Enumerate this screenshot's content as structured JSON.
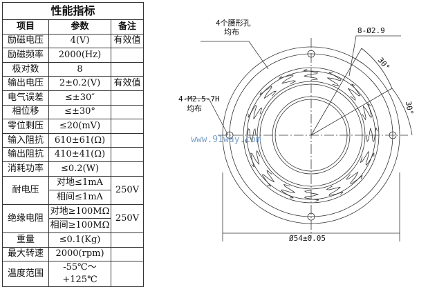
{
  "table": {
    "title": "性能指标",
    "headers": [
      "项目",
      "参数",
      "备注"
    ],
    "rows": [
      [
        "励磁电压",
        "4(V)",
        "有效值"
      ],
      [
        "励磁频率",
        "2000(Hz)",
        ""
      ],
      [
        "极对数",
        "8",
        ""
      ],
      [
        "输出电压",
        "2±0.2(V)",
        "有效值"
      ],
      [
        "电气误差",
        "≤±30″",
        ""
      ],
      [
        "相位移",
        "≤±30°",
        ""
      ],
      [
        "零位剩压",
        "≤20(mV)",
        ""
      ],
      [
        "输入阻抗",
        "610±61(Ω)",
        ""
      ],
      [
        "输出阻抗",
        "410±41(Ω)",
        ""
      ],
      [
        "消耗功率",
        "≤0.2(W)",
        ""
      ]
    ],
    "withstand": {
      "label": "耐电压",
      "a": "对地≤1mA",
      "b": "相间≤1mA",
      "note": "250V"
    },
    "insulation": {
      "label": "绝缘电阻",
      "a": "对地≥100MΩ",
      "b": "相间≥100MΩ",
      "note": "250V"
    },
    "rows2": [
      [
        "重量",
        "≤0.1(Kg)",
        ""
      ],
      [
        "最大转速",
        "2000(rpm)",
        ""
      ],
      [
        "温度范围",
        "-55℃～+125℃",
        ""
      ]
    ]
  },
  "drawing": {
    "slots_label": "4个腰形孔",
    "slots_label2": "均布",
    "holes_label": "8-Ø2.9",
    "thread_label": "4-M2.5-7H",
    "thread_label2": "均布",
    "angle1": "30°",
    "angle2": "30°",
    "diameter": "Ø54±0.05",
    "watermark": "www.91way.com"
  }
}
